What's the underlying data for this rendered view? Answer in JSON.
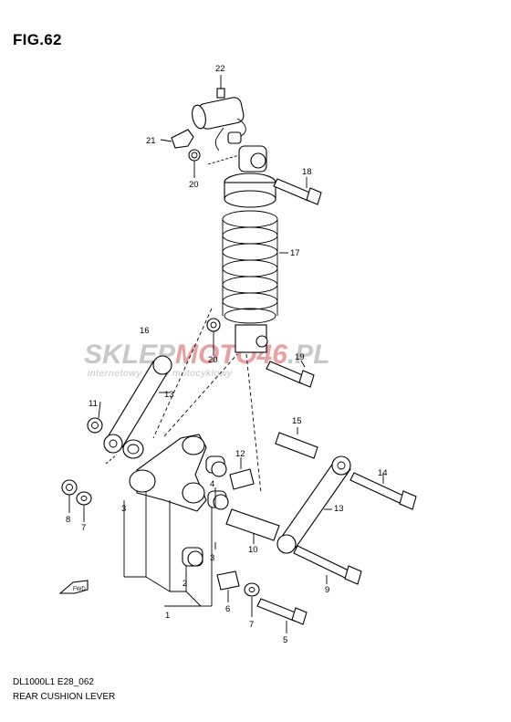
{
  "figure": {
    "title": "FIG.62",
    "model_code": "DL1000L1 E28_062",
    "caption": "REAR CUSHION LEVER"
  },
  "watermark": {
    "brand": "SKLEPMOTO46.PL",
    "brand_first": "SKLEP",
    "brand_accent": "MOTO46",
    "brand_last": ".PL",
    "tagline": "internetowy sklep motocyklowy",
    "accent_color": "#e8a0a0"
  },
  "direction_marker": "FWD",
  "callouts": [
    {
      "num": "22"
    },
    {
      "num": "21"
    },
    {
      "num": "20"
    },
    {
      "num": "18"
    },
    {
      "num": "17"
    },
    {
      "num": "16"
    },
    {
      "num": "20"
    },
    {
      "num": "19"
    },
    {
      "num": "13"
    },
    {
      "num": "11"
    },
    {
      "num": "15"
    },
    {
      "num": "12"
    },
    {
      "num": "4"
    },
    {
      "num": "14"
    },
    {
      "num": "8"
    },
    {
      "num": "7"
    },
    {
      "num": "3"
    },
    {
      "num": "13"
    },
    {
      "num": "3"
    },
    {
      "num": "10"
    },
    {
      "num": "2"
    },
    {
      "num": "9"
    },
    {
      "num": "1"
    },
    {
      "num": "6"
    },
    {
      "num": "7"
    },
    {
      "num": "5"
    }
  ]
}
